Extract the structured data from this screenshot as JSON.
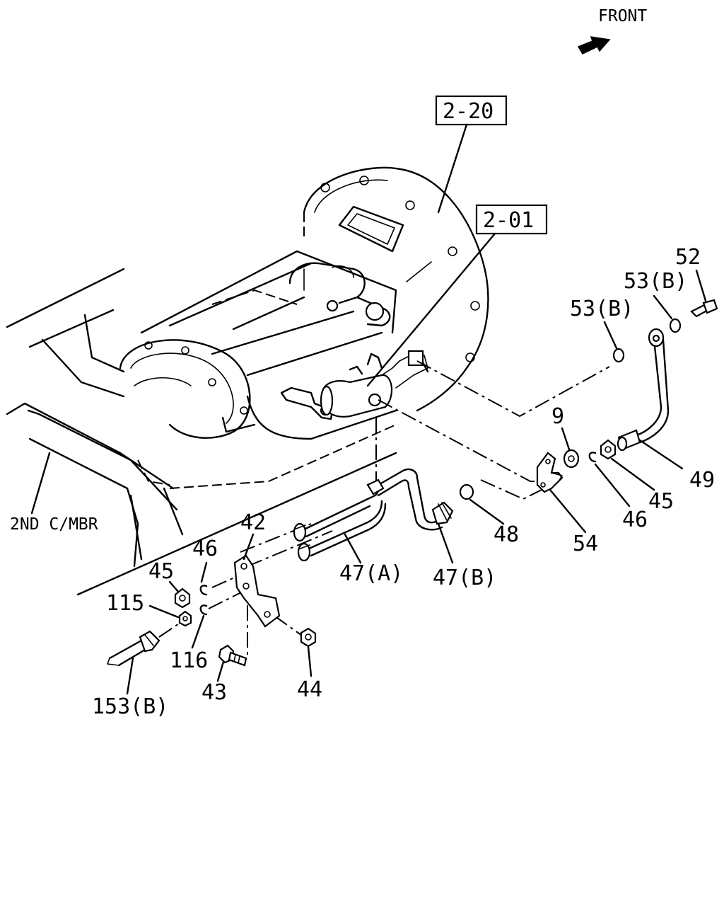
{
  "labels": {
    "front": "FRONT",
    "ref_2_20": "2-20",
    "ref_2_01": "2-01",
    "second_crossmember": "2ND C/MBR",
    "p52": "52",
    "p53b_upper": "53(B)",
    "p53b_lower": "53(B)",
    "p9": "9",
    "p49": "49",
    "p45_right": "45",
    "p46_right": "46",
    "p54": "54",
    "p48": "48",
    "p47b": "47(B)",
    "p47a": "47(A)",
    "p42": "42",
    "p46_left": "46",
    "p45_left": "45",
    "p115": "115",
    "p116": "116",
    "p43": "43",
    "p44": "44",
    "p153b": "153(B)"
  }
}
